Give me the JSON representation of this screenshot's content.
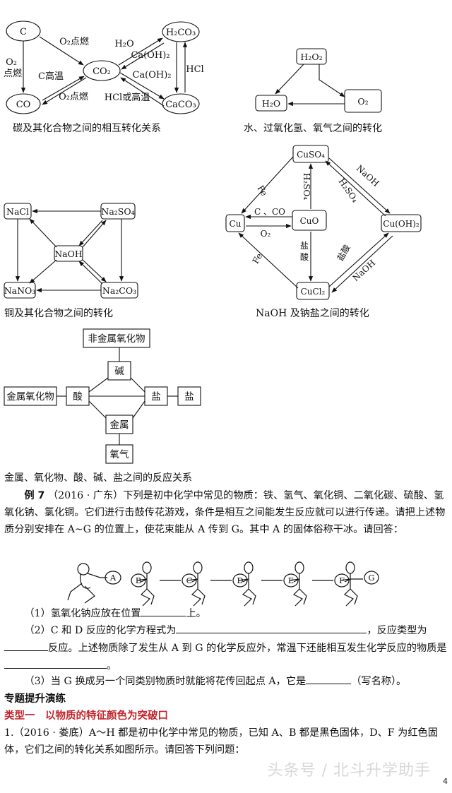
{
  "diagram_carbon": {
    "nodes": {
      "c": "C",
      "co": "CO",
      "co2": "CO₂",
      "h2co3": "H₂CO₃",
      "caco3": "CaCO₃"
    },
    "labels": {
      "o2_ignite_left_1": "O₂",
      "o2_ignite_left_2": "点燃",
      "o2_ignite_top": "O₂点燃",
      "c_high_temp": "C高温",
      "o2_ignite_bottom": "O₂点燃",
      "h2o": "H₂O",
      "caoh2_a": "Ca(OH)₂",
      "caoh2_b": "Ca(OH)₂",
      "hcl_or_high": "HCl或高温",
      "hcl": "HCl"
    },
    "caption": "碳及其化合物之间的相互转化关系"
  },
  "diagram_water": {
    "nodes": {
      "h2o2": "H₂O₂",
      "h2o": "H₂O",
      "o2": "O₂"
    },
    "caption": "水、过氧化氢、氧气之间的转化"
  },
  "diagram_sodium": {
    "nodes": {
      "nacl": "NaCl",
      "na2so4": "Na₂SO₄",
      "naoh": "NaOH",
      "nano3": "NaNO₃",
      "na2co3": "Na₂CO₃"
    },
    "caption": "铜及其化合物之间的转化"
  },
  "diagram_copper": {
    "nodes": {
      "cuso4": "CuSO₄",
      "cu": "Cu",
      "cuo": "CuO",
      "cuoh2": "Cu(OH)₂",
      "cucl2": "CuCl₂"
    },
    "labels": {
      "fe_top": "Fe",
      "h2so4_mid": "H₂SO₄",
      "naoh_top": "NaOH",
      "h2so4_diag": "H₂SO₄",
      "c_co": "C 、CO",
      "o2": "O₂",
      "fe_bottom": "Fe",
      "hcl_mid_1": "盐",
      "hcl_mid_2": "酸",
      "hcl_diag": "盐酸",
      "naoh_bottom": "NaOH"
    },
    "caption": "NaOH 及钠盐之间的转化"
  },
  "diagram_relations": {
    "nodes": {
      "nonmetal_oxide": "非金属氧化物",
      "base": "碱",
      "metal_oxide": "金属氧化物",
      "acid": "酸",
      "salt1": "盐",
      "salt2": "盐",
      "metal": "金属",
      "oxygen": "氧气"
    },
    "caption": "金属、氧化物、酸、碱、盐之间的反应关系"
  },
  "example": {
    "title": "例 7",
    "p1": "（2016 · 广东）下列是初中化学中常见的物质：铁、氢气、氧化铜、二氧化碳、硫酸、氢氧化钠、氯化铜。它们进行击鼓传花游戏，条件是相互之间能发生反应就可以进行传递。请把上述物质分别安排在 A~G 的位置上，使花束能从 A 传到 G。其中 A 的固体俗称干冰。请回答：",
    "figure_letters": [
      "A",
      "B",
      "C",
      "D",
      "E",
      "F",
      "G"
    ],
    "q1_a": "（1）氢氧化钠应放在位置",
    "q1_b": "上。",
    "q2_a": "（2）C 和 D 反应的化学方程式为",
    "q2_b": "，反应类型为",
    "q2_c": "反应。上述物质除了发生从 A 到 G 的化学反应外，常温下还能相互发生化学反应的物质是",
    "q2_d": "。",
    "q3_a": "（3）当 G 换成另一个同类别物质时就能将花传回起点 A，它是",
    "q3_b": "（写名称）。"
  },
  "section": {
    "heading": "专题提升演练",
    "type_heading": "类型一　以物质的特征颜色为突破口",
    "problem_1": "1.（2016 · 娄底）A～H 都是初中化学中常见的物质，已知 A、B 都是黑色固体，D、F 为红色固体，它们之间的转化关系如图所示。请回答下列问题："
  },
  "watermark": "头条号 / 北斗升学助手",
  "page_number": "4"
}
